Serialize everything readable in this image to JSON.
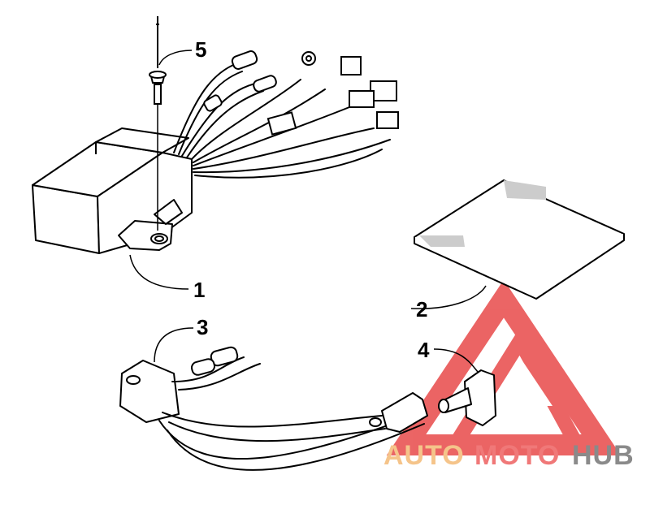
{
  "callouts": [
    {
      "id": "1",
      "label": "1"
    },
    {
      "id": "2",
      "label": "2"
    },
    {
      "id": "3",
      "label": "3"
    },
    {
      "id": "4",
      "label": "4"
    },
    {
      "id": "5",
      "label": "5"
    }
  ],
  "watermark": {
    "part1": "AUTO",
    "part2": "MOTO",
    "part3": "HUB",
    "colors": {
      "auto": "#f5c48a",
      "moto": "#f07878",
      "hub": "#8a8a8a",
      "triangle": "#e84a4a"
    }
  },
  "parts": {
    "cdi_module": "cdi-module",
    "pad": "adhesive-pad",
    "coil": "ignition-coil",
    "spark_cap": "spark-plug-cap",
    "rivet": "rivet"
  }
}
